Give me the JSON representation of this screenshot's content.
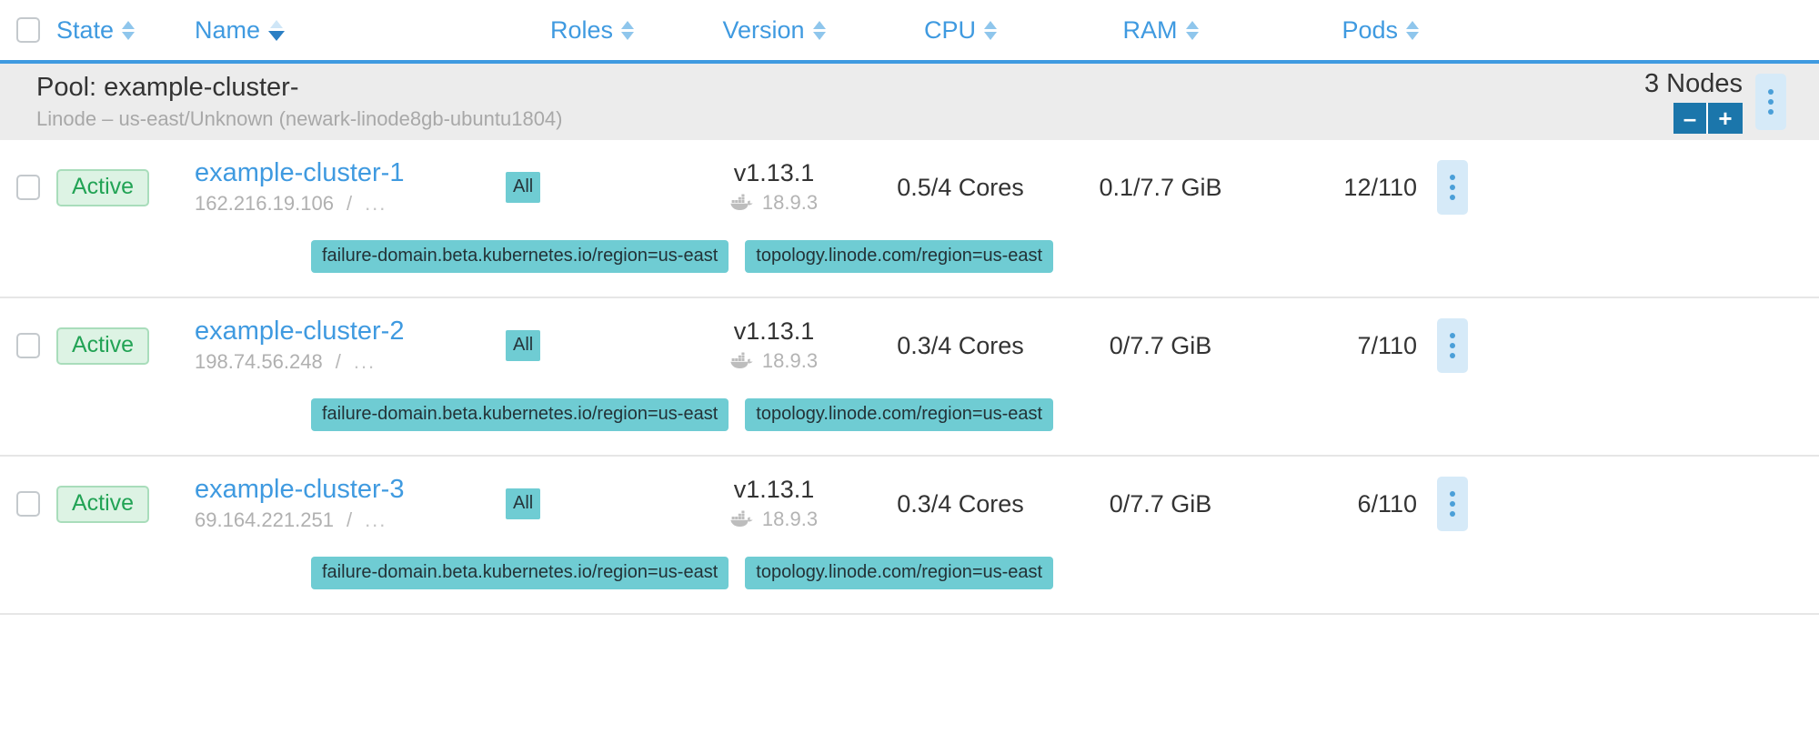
{
  "table": {
    "columns": [
      {
        "key": "state",
        "label": "State",
        "align": "left",
        "sorted": false
      },
      {
        "key": "name",
        "label": "Name",
        "align": "left",
        "sorted": true
      },
      {
        "key": "roles",
        "label": "Roles",
        "align": "mid",
        "sorted": false
      },
      {
        "key": "version",
        "label": "Version",
        "align": "mid",
        "sorted": false
      },
      {
        "key": "cpu",
        "label": "CPU",
        "align": "mid",
        "sorted": false
      },
      {
        "key": "ram",
        "label": "RAM",
        "align": "mid",
        "sorted": false
      },
      {
        "key": "pods",
        "label": "Pods",
        "align": "right",
        "sorted": false
      }
    ],
    "select_all_checkbox": "unchecked"
  },
  "pool": {
    "title": "Pool: example-cluster-",
    "subtitle": "Linode – us-east/Unknown (newark-linode8gb-ubuntu1804)",
    "node_count_label": "3 Nodes",
    "decrement_label": "–",
    "increment_label": "+",
    "menu_label": "kebab-menu"
  },
  "nodes": [
    {
      "state": "Active",
      "name": "example-cluster-1",
      "ip": "162.216.19.106",
      "ip_separator": "/",
      "ip_more": "...",
      "role": "All",
      "version": "v1.13.1",
      "docker_version": "18.9.3",
      "cpu": "0.5/4 Cores",
      "ram": "0.1/7.7 GiB",
      "pods": "12/110",
      "labels": [
        "failure-domain.beta.kubernetes.io/region=us-east",
        "topology.linode.com/region=us-east"
      ]
    },
    {
      "state": "Active",
      "name": "example-cluster-2",
      "ip": "198.74.56.248",
      "ip_separator": "/",
      "ip_more": "...",
      "role": "All",
      "version": "v1.13.1",
      "docker_version": "18.9.3",
      "cpu": "0.3/4 Cores",
      "ram": "0/7.7 GiB",
      "pods": "7/110",
      "labels": [
        "failure-domain.beta.kubernetes.io/region=us-east",
        "topology.linode.com/region=us-east"
      ]
    },
    {
      "state": "Active",
      "name": "example-cluster-3",
      "ip": "69.164.221.251",
      "ip_separator": "/",
      "ip_more": "...",
      "role": "All",
      "version": "v1.13.1",
      "docker_version": "18.9.3",
      "cpu": "0.3/4 Cores",
      "ram": "0/7.7 GiB",
      "pods": "6/110",
      "labels": [
        "failure-domain.beta.kubernetes.io/region=us-east",
        "topology.linode.com/region=us-east"
      ]
    }
  ],
  "colors": {
    "accent_blue": "#3f9ae0",
    "header_rule": "#3f9ae0",
    "active_green_text": "#22a355",
    "active_green_bg": "#ddf3e4",
    "chip_teal": "#6fccd3",
    "button_blue": "#1b76ab",
    "kebab_bg": "#d6eaf8",
    "banner_gray": "#ececec"
  }
}
